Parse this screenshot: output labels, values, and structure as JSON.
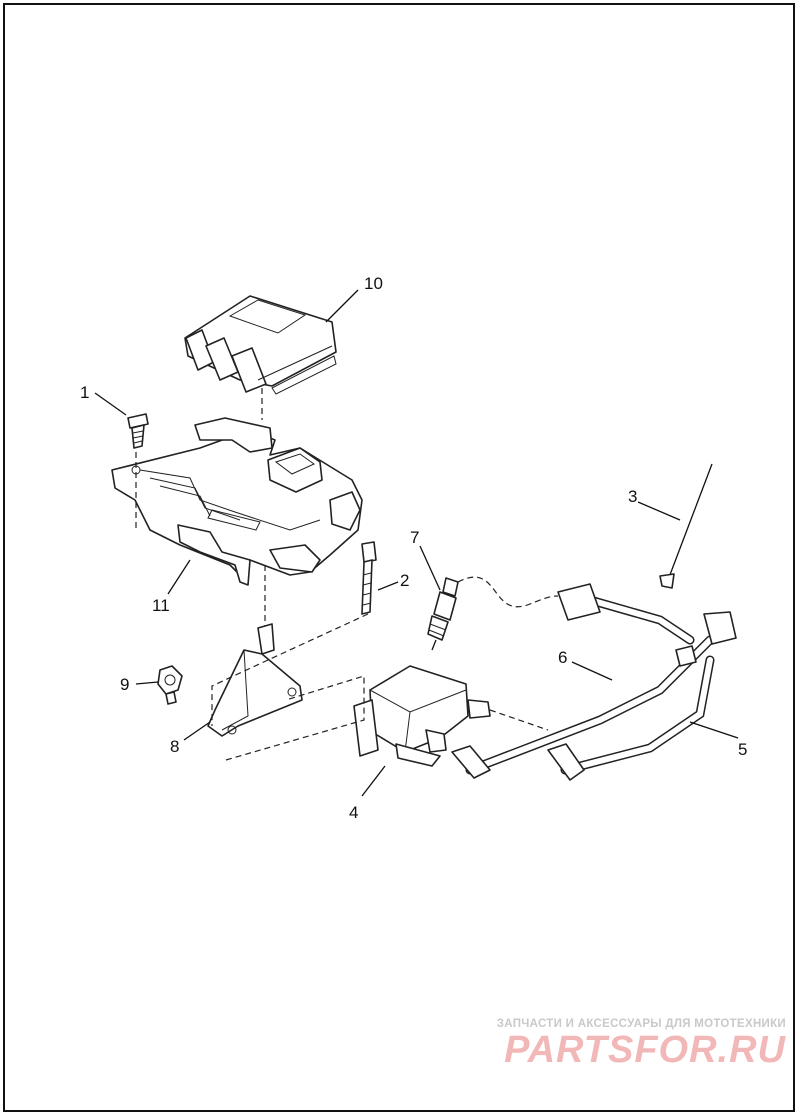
{
  "callouts": [
    {
      "id": "c1",
      "text": "1"
    },
    {
      "id": "c2",
      "text": "2"
    },
    {
      "id": "c3",
      "text": "3"
    },
    {
      "id": "c4",
      "text": "4"
    },
    {
      "id": "c5",
      "text": "5"
    },
    {
      "id": "c6",
      "text": "6"
    },
    {
      "id": "c7",
      "text": "7"
    },
    {
      "id": "c8",
      "text": "8"
    },
    {
      "id": "c9",
      "text": "9"
    },
    {
      "id": "c10",
      "text": "10"
    },
    {
      "id": "c11",
      "text": "11"
    }
  ],
  "watermark": {
    "tagline": "ЗАПЧАСТИ И АКСЕССУАРЫ ДЛЯ МОТОТЕХНИКИ",
    "logo": "PARTSFOR.RU"
  }
}
